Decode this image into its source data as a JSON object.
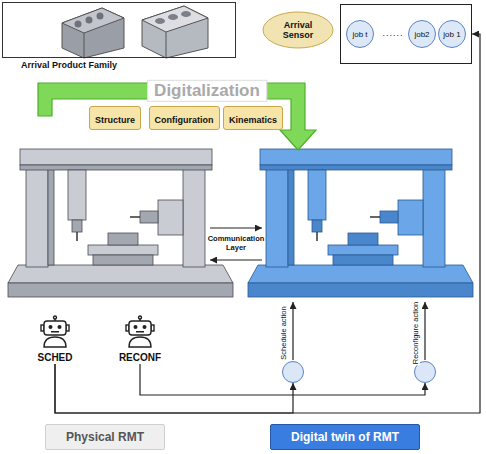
{
  "diagram": {
    "nodes": [
      {
        "text": [
          "Arrival Product Family"
        ]
      },
      {
        "text": [
          "Arrival Sensor"
        ]
      },
      {
        "text": [
          "......"
        ]
      },
      {
        "text": [
          "job t"
        ],
        "in": 2
      },
      {
        "text": [
          "job2"
        ],
        "in": 2
      },
      {
        "text": [
          "job 1"
        ],
        "in": 2
      },
      {
        "text": [
          "Digitalization"
        ]
      },
      {
        "text": [
          "Structure"
        ]
      },
      {
        "text": [
          "Configuration"
        ]
      },
      {
        "text": [
          "Kinematics"
        ]
      },
      {
        "text": [
          "SCHED"
        ]
      },
      {
        "text": [
          "RECONF"
        ]
      },
      {
        "text": [
          "Schedule action"
        ]
      },
      {
        "text": [
          "Reconfigure action"
        ]
      },
      {
        "text": [
          "Physical RMT"
        ]
      },
      {
        "text": [
          "Digital twin of RMT"
        ]
      }
    ],
    "edges": [
      {
        "from": 10,
        "to": 12,
        "arrow": "to"
      },
      {
        "from": 10,
        "to": 2,
        "arrow": "to"
      },
      {
        "from": 11,
        "to": 13,
        "arrow": "to"
      }
    ],
    "labels": [
      "Communication Layer"
    ]
  }
}
